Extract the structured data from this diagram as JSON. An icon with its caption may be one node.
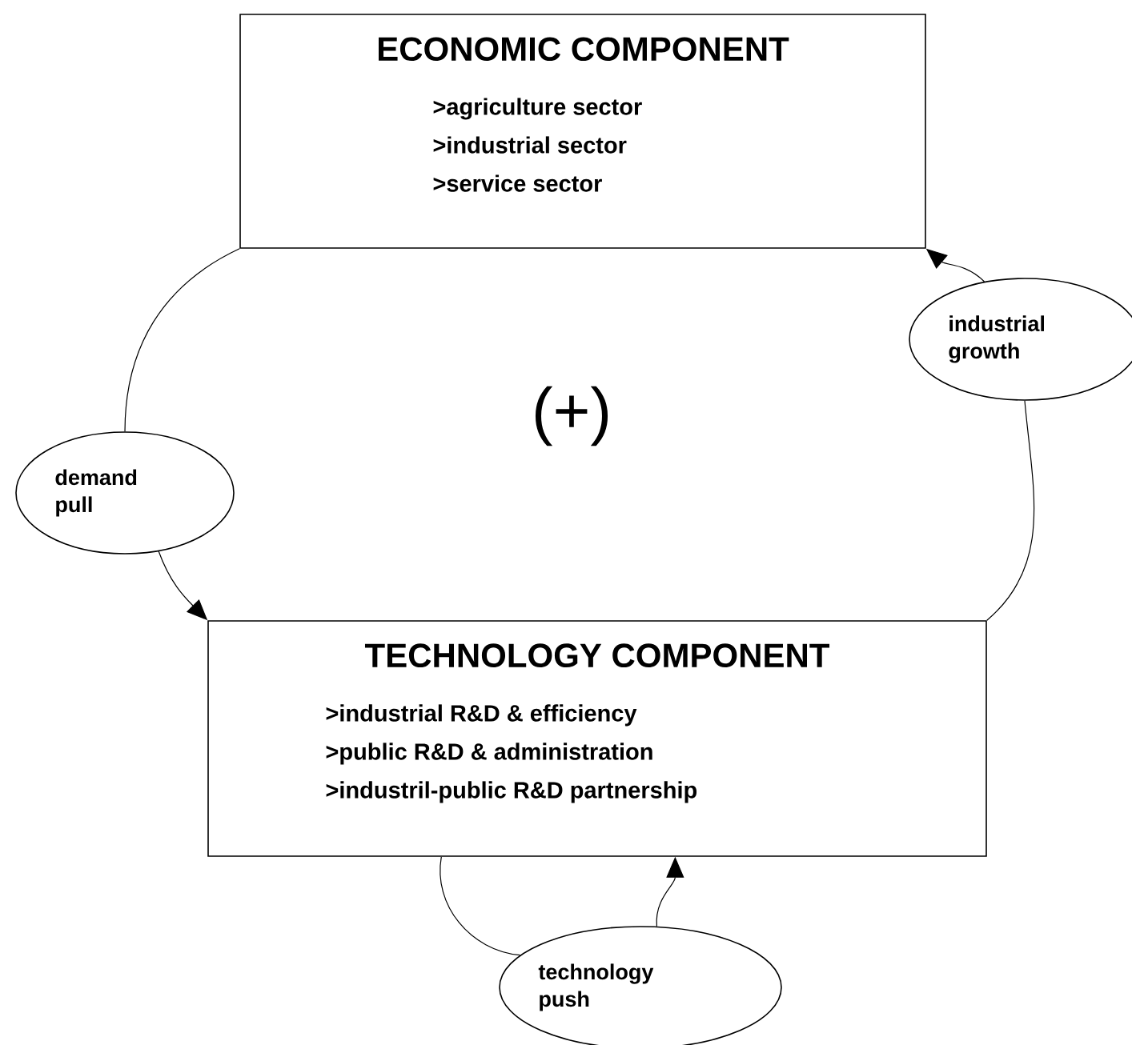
{
  "diagram": {
    "nodes": [
      {
        "text": [
          "ECONOMIC COMPONENT",
          ">agriculture sector",
          ">industrial sector",
          ">service sector"
        ]
      },
      {
        "text": [
          "TECHNOLOGY COMPONENT",
          ">industrial R&D & efficiency",
          ">public R&D & administration",
          ">industril-public R&D partnership"
        ]
      },
      {
        "text": [
          "demand pull"
        ]
      },
      {
        "text": [
          "industrial growth"
        ]
      },
      {
        "text": [
          "technology push"
        ]
      }
    ],
    "edges": [
      {
        "from": 0,
        "to": 2,
        "arrow": "none"
      },
      {
        "from": 2,
        "to": 1,
        "arrow": "to"
      },
      {
        "from": 1,
        "to": 3,
        "arrow": "none"
      },
      {
        "from": 3,
        "to": 0,
        "arrow": "to"
      },
      {
        "from": 1,
        "to": 4,
        "arrow": "none"
      },
      {
        "from": 4,
        "to": 1,
        "arrow": "to"
      }
    ],
    "labels": [
      "(+)"
    ]
  }
}
